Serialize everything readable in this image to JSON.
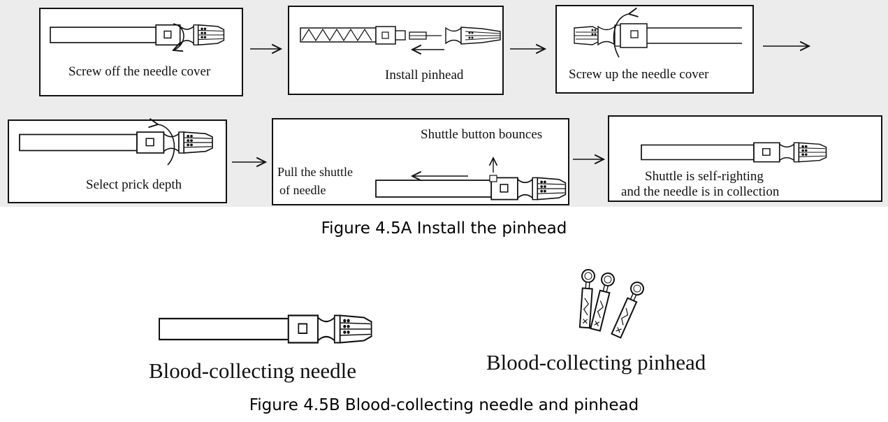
{
  "steps": {
    "s1": "Screw off the needle cover",
    "s2": "Install pinhead",
    "s3": "Screw up the needle cover",
    "s4": "Select prick depth",
    "s5_line1": "Pull the shuttle",
    "s5_line2": "of needle",
    "s5_note": "Shuttle button bounces",
    "s6_line1": "Shuttle is self-righting",
    "s6_line2": "and the needle is in collection"
  },
  "figure_a_caption": "Figure 4.5A Install the pinhead",
  "labels": {
    "needle": "Blood-collecting needle",
    "pinhead": "Blood-collecting pinhead"
  },
  "figure_b_caption": "Figure 4.5B Blood-collecting needle and pinhead"
}
